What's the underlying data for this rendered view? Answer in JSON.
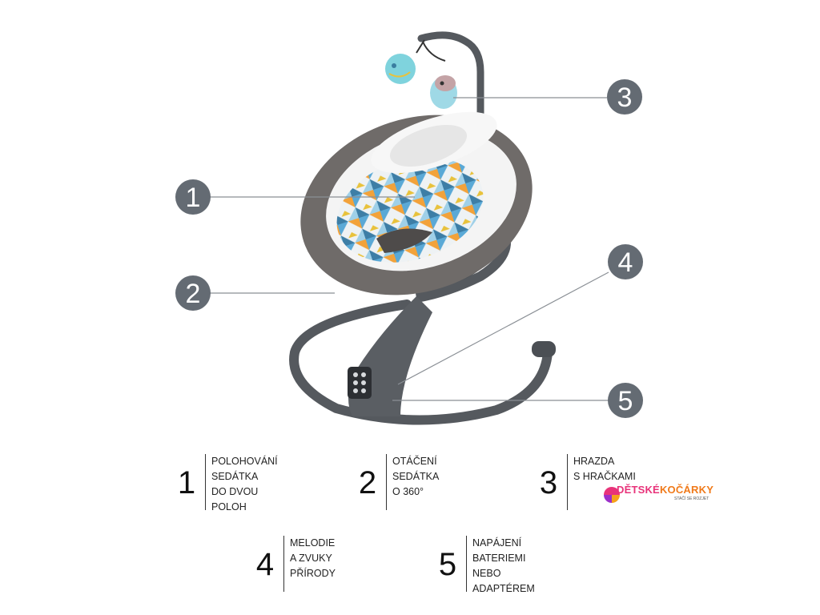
{
  "callouts": [
    {
      "number": "1"
    },
    {
      "number": "2"
    },
    {
      "number": "3"
    },
    {
      "number": "4"
    },
    {
      "number": "5"
    }
  ],
  "legend": [
    {
      "number": "1",
      "text": "POLOHOVÁNÍ\nSEDÁTKA\nDO DVOU\nPOLOH"
    },
    {
      "number": "2",
      "text": "OTÁČENÍ\nSEDÁTKA\nO 360°"
    },
    {
      "number": "3",
      "text": "HRAZDA\nS HRAČKAMI"
    },
    {
      "number": "4",
      "text": "MELODIE\nA ZVUKY\nPŘÍRODY"
    },
    {
      "number": "5",
      "text": "NAPÁJENÍ\nBATERIEMI\nNEBO\nADAPTÉREM"
    }
  ],
  "brand": {
    "name_part1": "DĚTSKÉ",
    "name_part2": "KOČÁRKY",
    "tagline": "STAČÍ SE ROZJET"
  },
  "colors": {
    "callout_circle": "#646b73",
    "frame": "#55595e",
    "fabric": "#6f6b69",
    "accent_pink": "#e8337a",
    "accent_orange": "#f07a1a"
  }
}
